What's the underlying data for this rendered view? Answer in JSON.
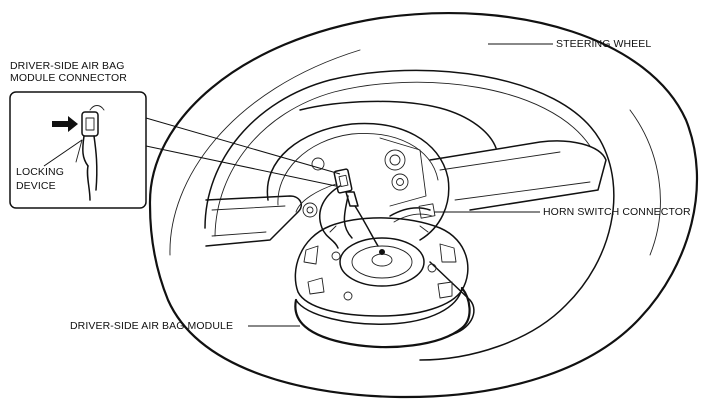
{
  "labels": {
    "steering_wheel": "STEERING WHEEL",
    "connector_title_line1": "DRIVER-SIDE AIR BAG",
    "connector_title_line2": "MODULE CONNECTOR",
    "locking_device_line1": "LOCKING",
    "locking_device_line2": "DEVICE",
    "horn_switch_connector": "HORN SWITCH CONNECTOR",
    "air_bag_module": "DRIVER-SIDE AIR BAG MODULE"
  },
  "colors": {
    "line": "#111111",
    "background": "#ffffff"
  }
}
